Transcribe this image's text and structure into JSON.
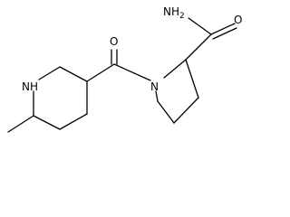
{
  "structure": {
    "atom_labels": {
      "amide_nh2": "NH2",
      "carbonyl_o_amide": "O",
      "carbonyl_o_ketone": "O",
      "ring_n_pyrrolidine": "N",
      "ring_nh_piperidine": "NH"
    }
  }
}
